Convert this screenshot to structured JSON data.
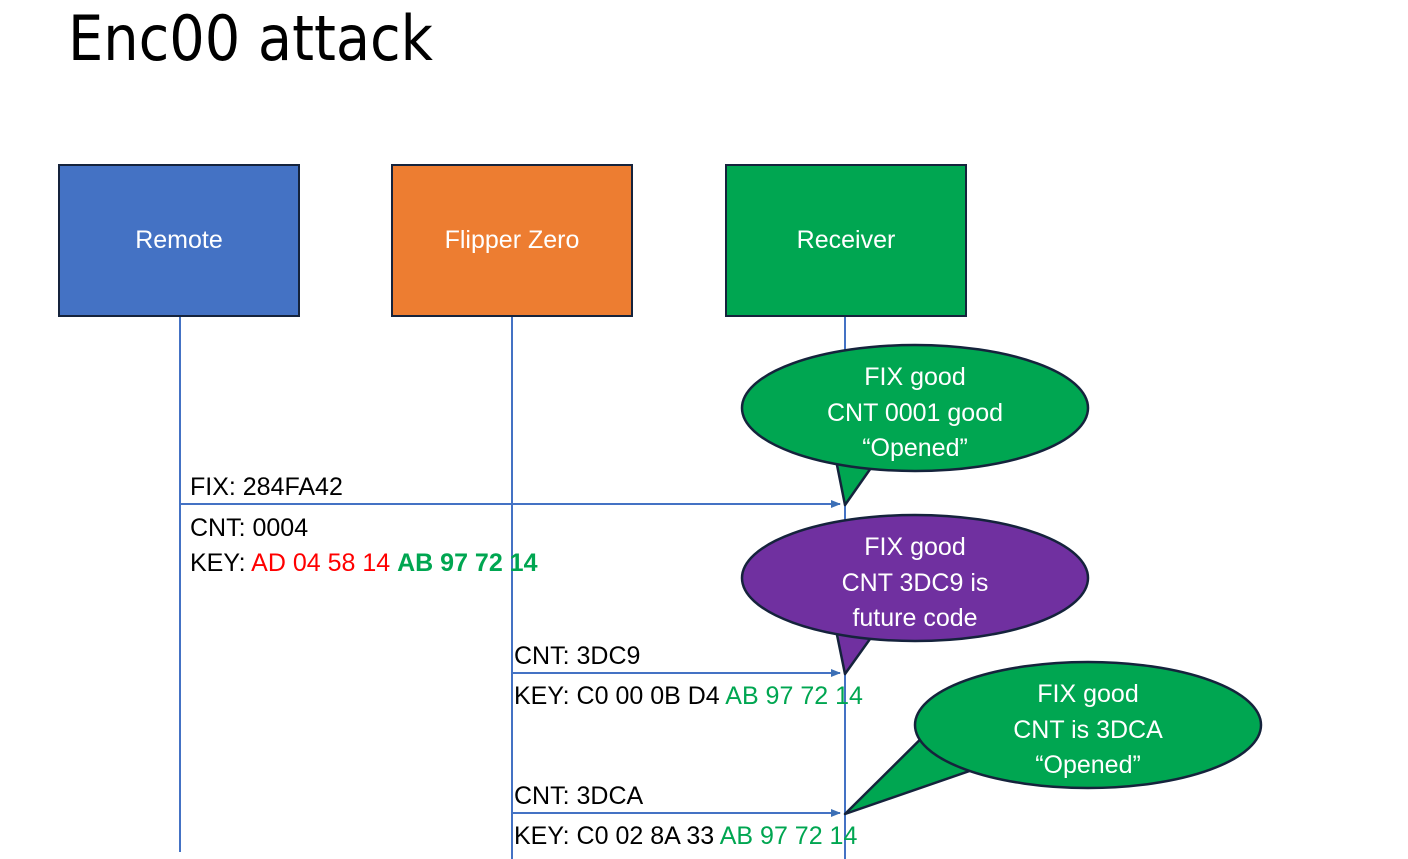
{
  "slide": {
    "title": "Enc00 attack",
    "background": "#FFFFFF"
  },
  "colors": {
    "remote_blue": "#4472C4",
    "flipper_orange": "#ED7D31",
    "receiver_green": "#00A651",
    "callout_green": "#00A651",
    "callout_purple": "#7030A0",
    "outline_dark": "#15233C",
    "lifeline_blue": "#4472C4",
    "key_red": "#FF0000",
    "key_green": "#00A651",
    "text_black": "#000000"
  },
  "actors": [
    {
      "id": "remote",
      "label": "Remote",
      "fill": "#4472C4"
    },
    {
      "id": "flipper",
      "label": "Flipper Zero",
      "fill": "#ED7D31"
    },
    {
      "id": "receiver",
      "label": "Receiver",
      "fill": "#00A651"
    }
  ],
  "messages": [
    {
      "id": "msg1",
      "from": "remote",
      "to": "receiver",
      "line1": "FIX: 284FA42",
      "line2": "CNT: 0004",
      "key_label": "KEY: ",
      "key_first": "AD 04 58 14",
      "key_second": "AB 97 72 14"
    },
    {
      "id": "msg2",
      "from": "flipper",
      "to": "receiver",
      "line1": "CNT: 3DC9",
      "key_label": "KEY: ",
      "key_first": "C0 00 0B D4",
      "key_second": "AB 97 72 14"
    },
    {
      "id": "msg3",
      "from": "flipper",
      "to": "receiver",
      "line1": "CNT: 3DCA",
      "key_label": "KEY: ",
      "key_first": "C0 02 8A 33",
      "key_second": "AB 97 72 14"
    }
  ],
  "callouts": [
    {
      "id": "callout1",
      "fill": "#00A651",
      "line1": "FIX good",
      "line2": "CNT 0001 good",
      "line3": "“Opened”"
    },
    {
      "id": "callout2",
      "fill": "#7030A0",
      "line1": "FIX good",
      "line2": "CNT 3DC9 is",
      "line3": "future code"
    },
    {
      "id": "callout3",
      "fill": "#00A651",
      "line1": "FIX good",
      "line2": "CNT is 3DCA",
      "line3": "“Opened”"
    }
  ]
}
